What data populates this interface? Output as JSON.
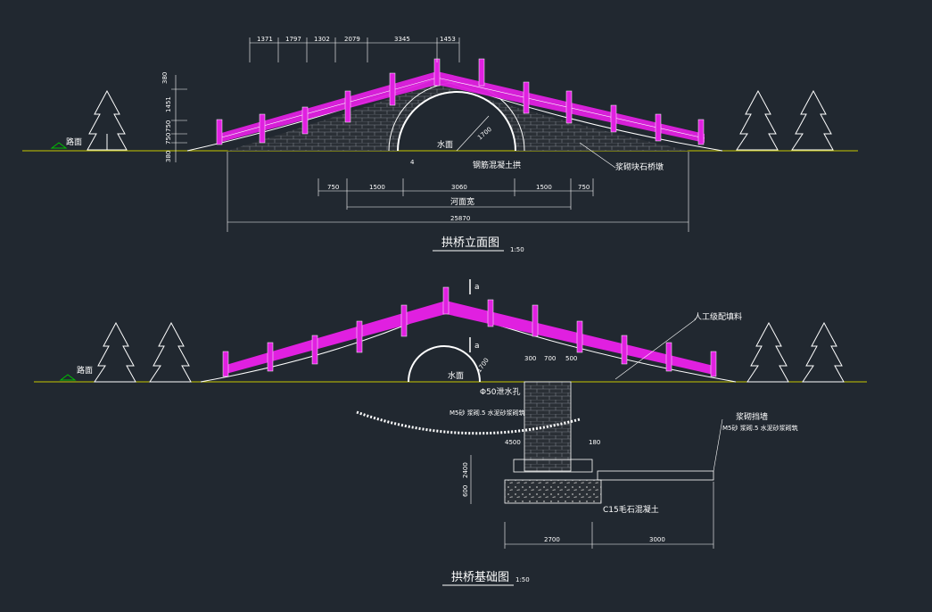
{
  "elevation": {
    "title": "拱桥立面图",
    "scale": "1:50",
    "top_dims": [
      "1371",
      "1797",
      "1302",
      "2079",
      "3345",
      "1453"
    ],
    "left_dims": [
      "380",
      "1451",
      "750",
      "750",
      "380"
    ],
    "bottom_dims": [
      "750",
      "1500",
      "3060",
      "1500",
      "750"
    ],
    "river_label": "河面宽",
    "total_width": "25870",
    "road_label": "路面",
    "water_label": "水面",
    "radius_label": "1700",
    "arch_label": "钢筋混凝土拱",
    "pier_label": "浆砌块石桥墩",
    "base_label": "4"
  },
  "foundation": {
    "title": "拱桥基础图",
    "scale": "1:50",
    "section_mark": "a",
    "road_label": "路面",
    "water_label": "水面",
    "radius_label": "1700",
    "fill_label": "人工级配填料",
    "drain_label": "Φ50泄水孔",
    "mortar_label": "M5砂 浆砌.5 水泥砂浆砌筑",
    "wall_label": "浆砌挡墙",
    "wall_mortar": "M5砂 浆砌.5 水泥砂浆砌筑",
    "dim_300": "300",
    "dim_700": "700",
    "dim_500": "500",
    "dim_top": "4500",
    "dim_side": "180",
    "dim_h1": "2400",
    "dim_h2": "600",
    "concrete_label": "C15毛石混凝土",
    "bottom_dims": [
      "2700",
      "3000"
    ]
  },
  "colors": {
    "background": "#212830",
    "railing": "#e020e0",
    "ground": "#c8c800",
    "lines": "#ffffff"
  }
}
